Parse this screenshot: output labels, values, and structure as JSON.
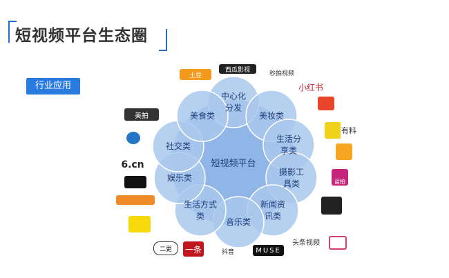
{
  "title": "短视频平台生态圈",
  "tag": "行业应用",
  "center": "短视频平台",
  "petals": [
    {
      "l1": "中心化",
      "l2": "分发"
    },
    {
      "l1": "美妆类",
      "l2": ""
    },
    {
      "l1": "生活分",
      "l2": "享类"
    },
    {
      "l1": "摄影工",
      "l2": "具类"
    },
    {
      "l1": "新闻资",
      "l2": "讯类"
    },
    {
      "l1": "音乐类",
      "l2": ""
    },
    {
      "l1": "生活方式",
      "l2": "类"
    },
    {
      "l1": "娱乐类",
      "l2": ""
    },
    {
      "l1": "社交类",
      "l2": ""
    },
    {
      "l1": "美食类",
      "l2": ""
    }
  ],
  "logos": [
    "土豆",
    "西瓜影视",
    "秒拍视频",
    "小红书",
    "有料",
    "美拍",
    "蓝拍",
    "6.cn",
    "头条视频",
    "抖音",
    "MUSE",
    "一条",
    "二更"
  ],
  "colors": {
    "accent": "#2a7be0",
    "petal": "#a9c8ec",
    "center": "#8fb6e6",
    "text": "#1f3f7a"
  }
}
